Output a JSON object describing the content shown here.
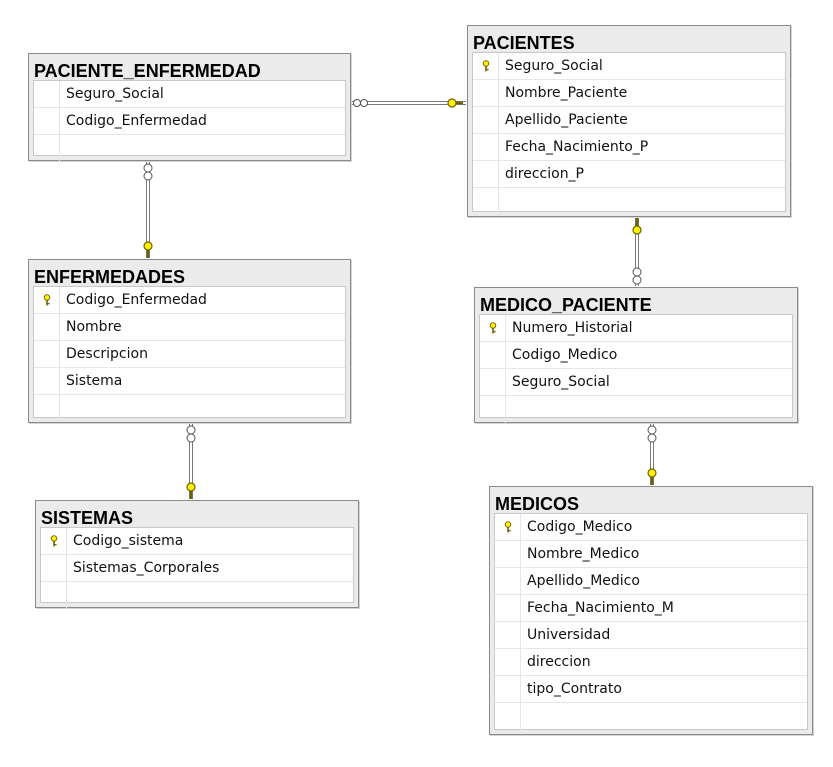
{
  "entities": [
    {
      "id": "paciente_enfermedad",
      "title": "PACIENTE_ENFERMEDAD",
      "columns": [
        {
          "name": "Seguro_Social",
          "pk": false
        },
        {
          "name": "Codigo_Enfermedad",
          "pk": false
        }
      ]
    },
    {
      "id": "pacientes",
      "title": "PACIENTES",
      "columns": [
        {
          "name": "Seguro_Social",
          "pk": true
        },
        {
          "name": "Nombre_Paciente",
          "pk": false
        },
        {
          "name": "Apellido_Paciente",
          "pk": false
        },
        {
          "name": "Fecha_Nacimiento_P",
          "pk": false
        },
        {
          "name": "direccion_P",
          "pk": false
        }
      ]
    },
    {
      "id": "enfermedades",
      "title": "ENFERMEDADES",
      "columns": [
        {
          "name": "Codigo_Enfermedad",
          "pk": true
        },
        {
          "name": "Nombre",
          "pk": false
        },
        {
          "name": "Descripcion",
          "pk": false
        },
        {
          "name": "Sistema",
          "pk": false
        }
      ]
    },
    {
      "id": "medico_paciente",
      "title": "MEDICO_PACIENTE",
      "columns": [
        {
          "name": "Numero_Historial",
          "pk": true
        },
        {
          "name": "Codigo_Medico",
          "pk": false
        },
        {
          "name": "Seguro_Social",
          "pk": false
        }
      ]
    },
    {
      "id": "sistemas",
      "title": "SISTEMAS",
      "columns": [
        {
          "name": "Codigo_sistema",
          "pk": true
        },
        {
          "name": "Sistemas_Corporales",
          "pk": false
        }
      ]
    },
    {
      "id": "medicos",
      "title": "MEDICOS",
      "columns": [
        {
          "name": "Codigo_Medico",
          "pk": true
        },
        {
          "name": "Nombre_Medico",
          "pk": false
        },
        {
          "name": "Apellido_Medico",
          "pk": false
        },
        {
          "name": "Fecha_Nacimiento_M",
          "pk": false
        },
        {
          "name": "Universidad",
          "pk": false
        },
        {
          "name": "direccion",
          "pk": false
        },
        {
          "name": "tipo_Contrato",
          "pk": false
        }
      ]
    }
  ],
  "relationships": [
    {
      "id": "pacientes-paciente_enfermedad",
      "one": "pacientes",
      "many": "paciente_enfermedad"
    },
    {
      "id": "enfermedades-paciente_enfermedad",
      "one": "enfermedades",
      "many": "paciente_enfermedad"
    },
    {
      "id": "sistemas-enfermedades",
      "one": "sistemas",
      "many": "enfermedades"
    },
    {
      "id": "pacientes-medico_paciente",
      "one": "pacientes",
      "many": "medico_paciente"
    },
    {
      "id": "medicos-medico_paciente",
      "one": "medicos",
      "many": "medico_paciente"
    }
  ],
  "colors": {
    "key_fill": "#ffef00",
    "key_stroke": "#6b6300",
    "line": "#7a7a7a"
  }
}
